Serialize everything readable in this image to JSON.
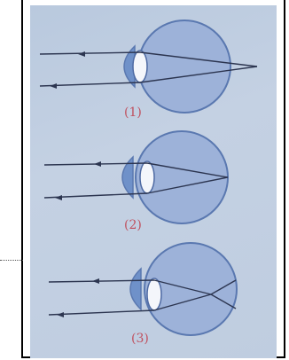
{
  "diagrams": [
    {
      "label": "(1)",
      "case": "focus-behind-retina",
      "label_color": "#c0505e"
    },
    {
      "label": "(2)",
      "case": "focus-on-retina",
      "label_color": "#c0505e"
    },
    {
      "label": "(3)",
      "case": "focus-before-retina",
      "label_color": "#c0505e"
    }
  ],
  "colors": {
    "eyeball": "#9db2d9",
    "eyeball_rim": "#5a78b0",
    "cornea": "#6f91c9",
    "lens": "#f4f6fb",
    "ray": "#2c3550"
  }
}
